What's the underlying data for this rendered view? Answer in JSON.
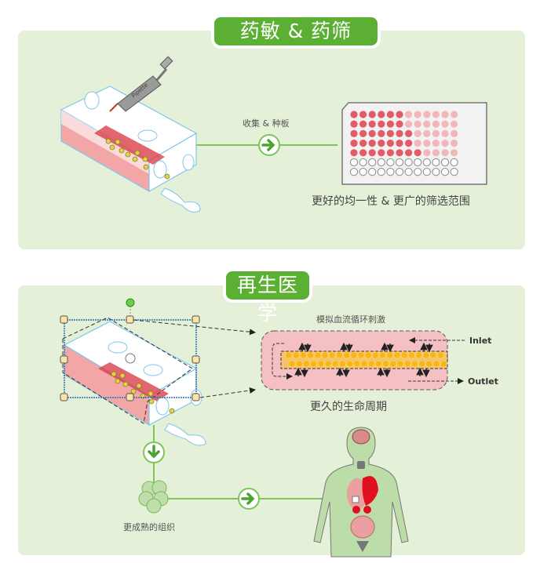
{
  "sections": [
    {
      "title": "药敏 & 药筛",
      "arrow_label": "收集 & 种板",
      "result_label": "更好的均一性 & 更广的筛选范围",
      "device_label": "Pipette",
      "plate": {
        "rows": 7,
        "cols": 12,
        "filled_rows": 5
      }
    },
    {
      "title": "再生医学",
      "flow_title": "模拟血流循环刺激",
      "inlet_label": "Inlet",
      "outlet_label": "Outlet",
      "flow_result": "更久的生命周期",
      "tissue_label": "更成熟的组织"
    }
  ],
  "colors": {
    "accent_green": "#5bb033",
    "panel_bg": "#e4f0d8",
    "medium_red": "#e8666e",
    "flow_pink": "#f4c0c4",
    "cell_yellow": "#f7c948"
  }
}
